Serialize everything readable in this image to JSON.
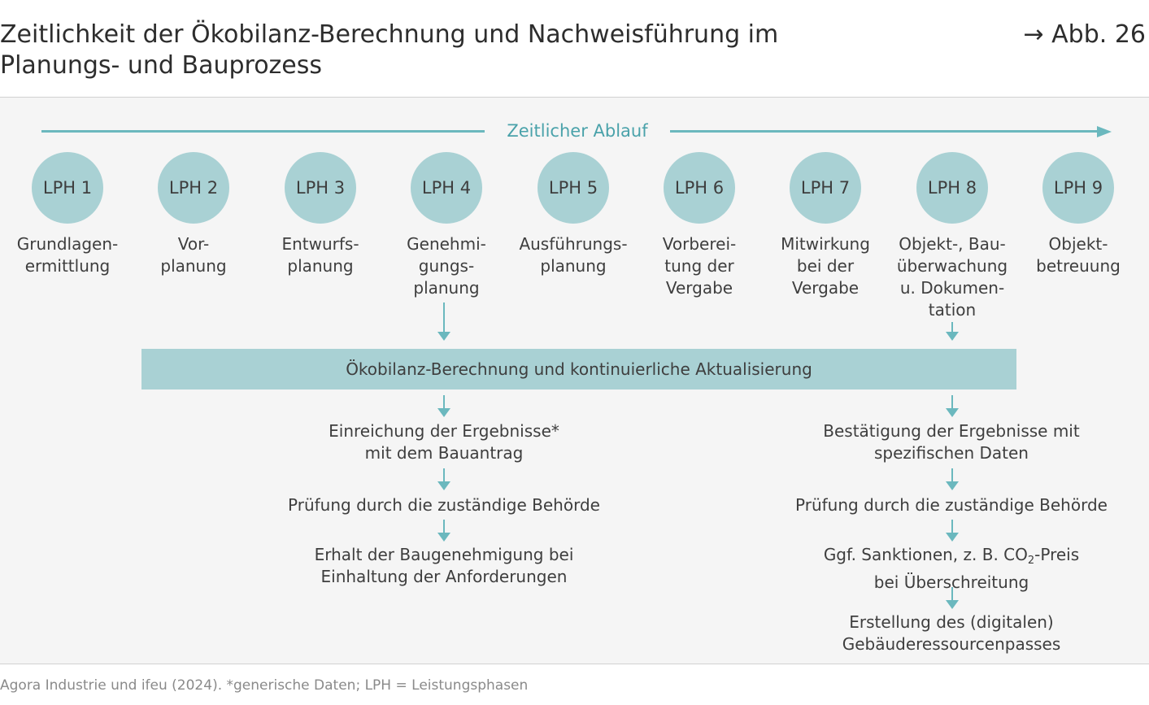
{
  "header": {
    "title": "Zeitlichkeit der Ökobilanz-Berechnung und Nachweisführung im Planungs- und Bauprozess",
    "figure_ref": "→ Abb. 26"
  },
  "timeline": {
    "label": "Zeitlicher Ablauf"
  },
  "phases": [
    {
      "id": "LPH 1",
      "label": "Grundlagen-\nermittlung"
    },
    {
      "id": "LPH 2",
      "label": "Vor-\nplanung"
    },
    {
      "id": "LPH 3",
      "label": "Entwurfs-\nplanung"
    },
    {
      "id": "LPH 4",
      "label": "Genehmi-\ngungs-\nplanung"
    },
    {
      "id": "LPH 5",
      "label": "Ausführungs-\nplanung"
    },
    {
      "id": "LPH 6",
      "label": "Vorberei-\ntung der\nVergabe"
    },
    {
      "id": "LPH 7",
      "label": "Mitwirkung\nbei der\nVergabe"
    },
    {
      "id": "LPH 8",
      "label": "Objekt-, Bau-\nüberwachung\nu. Dokumen-\ntation"
    },
    {
      "id": "LPH 9",
      "label": "Objekt-\nbetreuung"
    }
  ],
  "band": {
    "label": "Ökobilanz-Berechnung und kontinuierliche Aktualisierung"
  },
  "left_flow": [
    "Einreichung der Ergebnisse*\nmit dem Bauantrag",
    "Prüfung durch die zuständige Behörde",
    "Erhalt der Baugenehmigung bei\nEinhaltung der Anforderungen"
  ],
  "right_flow": {
    "step1": "Bestätigung der Ergebnisse mit\nspezifischen Daten",
    "step2": "Prüfung durch die zuständige Behörde",
    "step3_prefix": "Ggf. Sanktionen, z. B. CO",
    "step3_sub": "2",
    "step3_suffix": "-Preis\nbei Überschreitung",
    "step4": "Erstellung des (digitalen)\nGebäuderessourcenpasses"
  },
  "footer": {
    "source": "Agora Industrie und ifeu (2024). *generische Daten; LPH = Leistungsphasen"
  },
  "colors": {
    "accent": "#6bb8be",
    "circle_fill": "#a9d1d4",
    "panel_bg": "#f5f5f5"
  }
}
